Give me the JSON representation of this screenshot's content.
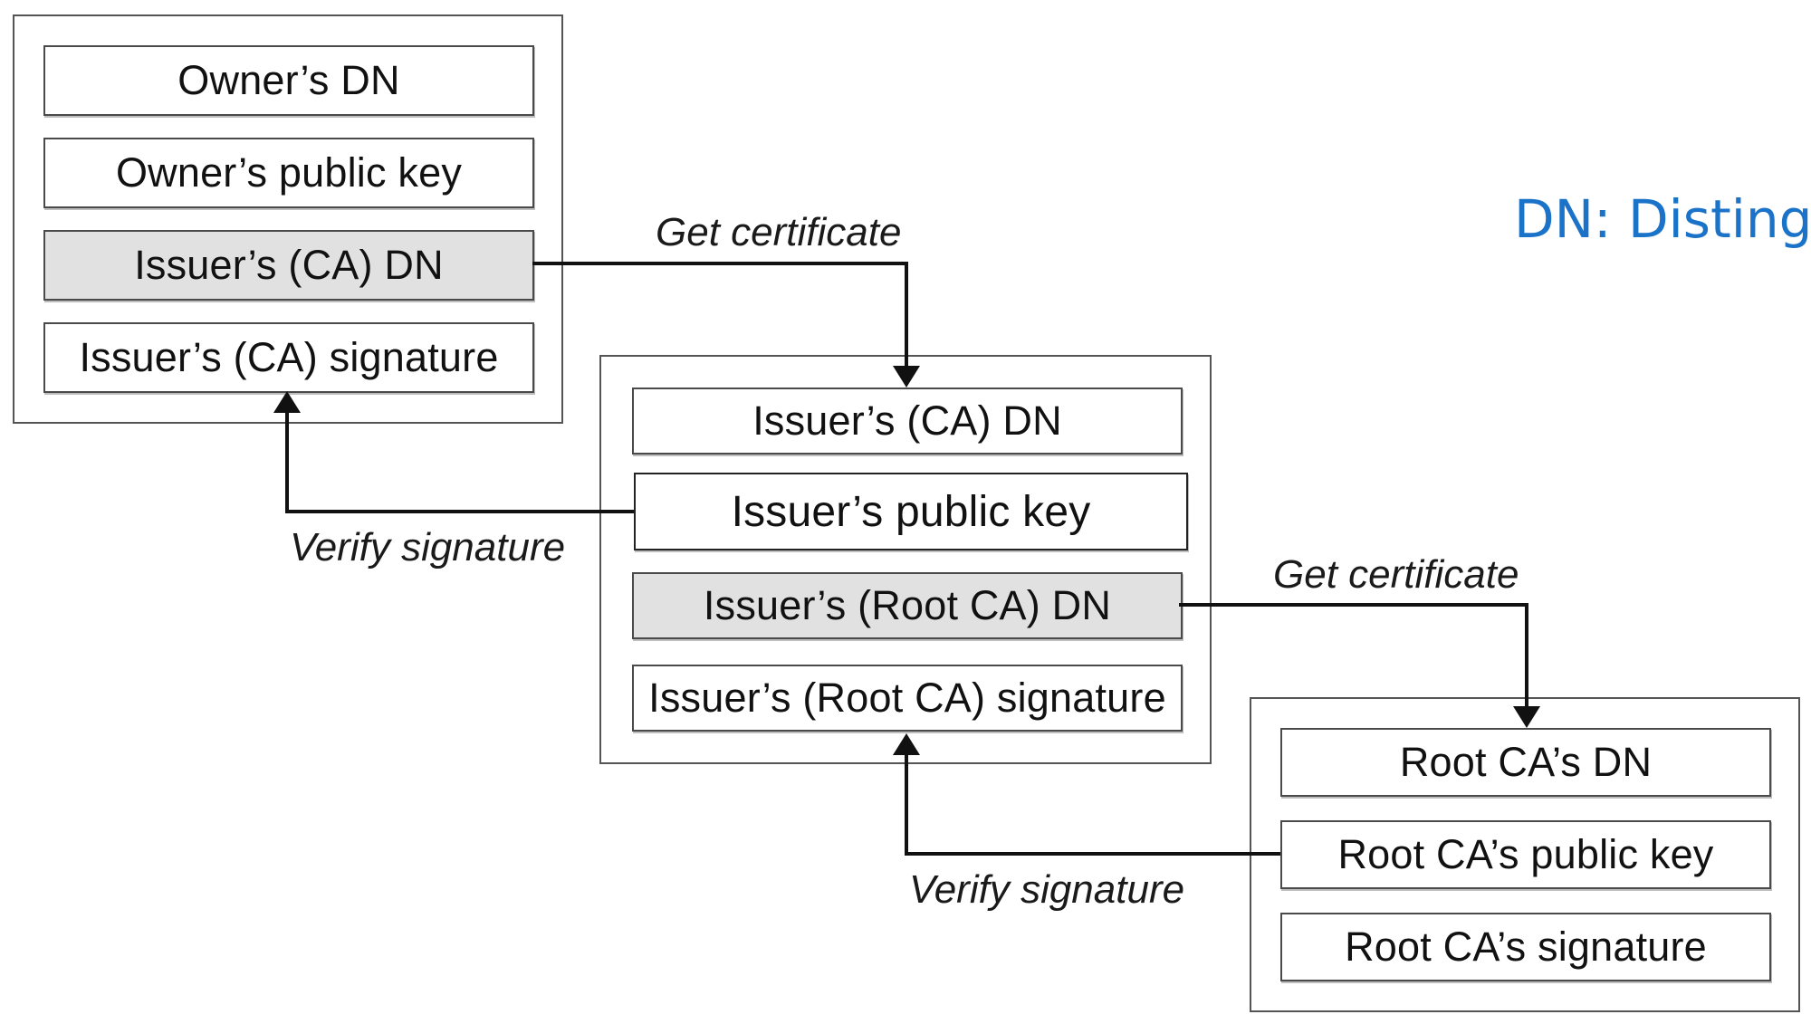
{
  "owner_certificate": {
    "fields": [
      "Owner’s DN",
      "Owner’s public key",
      "Issuer’s (CA) DN",
      "Issuer’s (CA) signature"
    ]
  },
  "ca_certificate": {
    "fields": [
      "Issuer’s (CA) DN",
      "Issuer’s public key",
      "Issuer’s (Root CA) DN",
      "Issuer’s (Root CA) signature"
    ]
  },
  "root_certificate": {
    "fields": [
      "Root CA’s DN",
      "Root CA’s public key",
      "Root CA’s signature"
    ]
  },
  "labels": {
    "get_certificate_1": "Get certificate",
    "verify_signature_1": "Verify signature",
    "get_certificate_2": "Get certificate",
    "verify_signature_2": "Verify signature"
  },
  "note": "DN: Distingui",
  "colors": {
    "shaded_field": "#e1e1e1",
    "note_text": "#1a73c8",
    "line": "#111111"
  }
}
